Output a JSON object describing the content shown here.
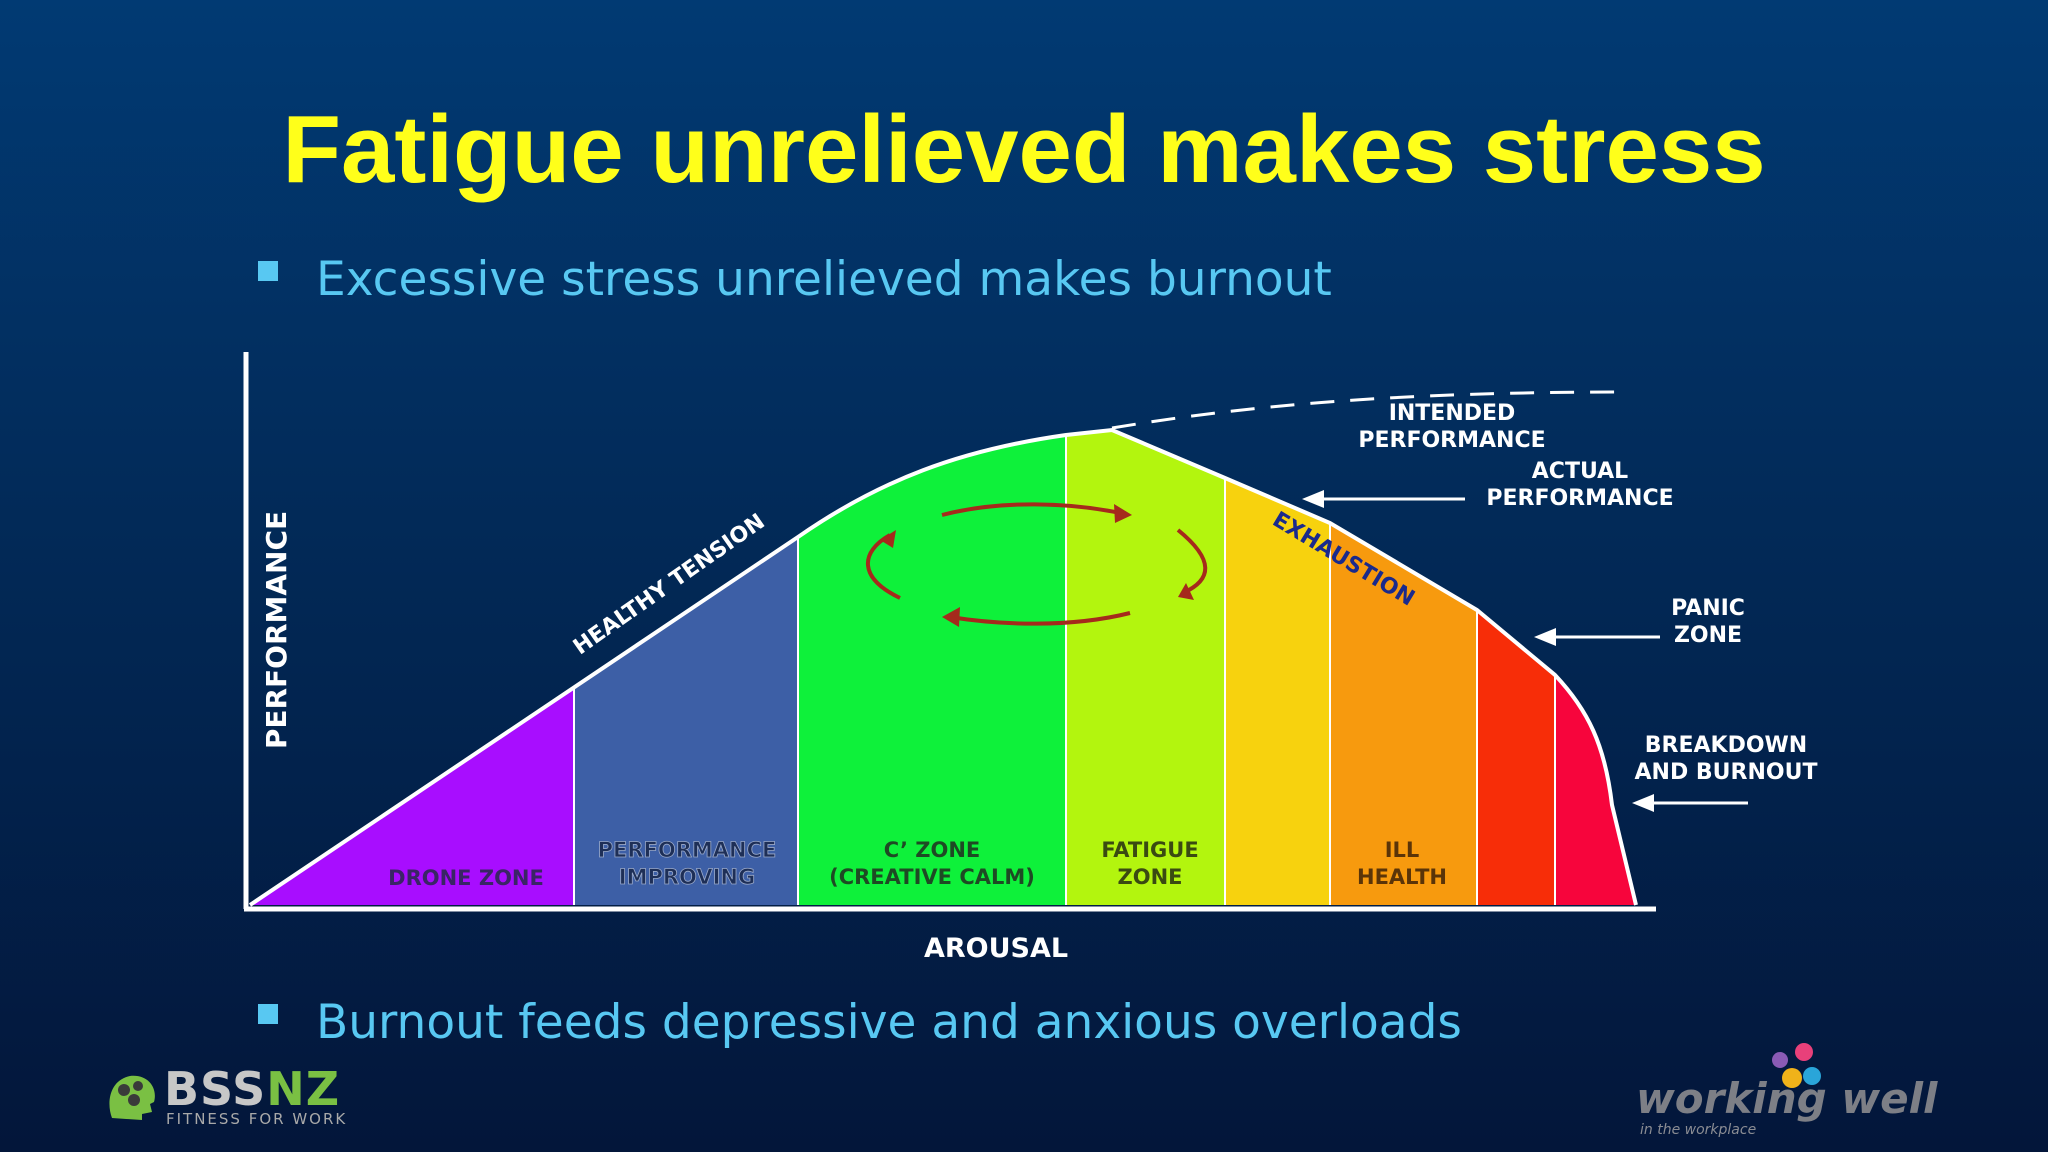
{
  "slide": {
    "title": "Fatigue unrelieved makes stress",
    "bullets": [
      "Excessive stress unrelieved makes burnout",
      "Burnout feeds depressive and anxious overloads"
    ]
  },
  "diagram": {
    "y_axis_label": "PERFORMANCE",
    "x_axis_label": "AROUSAL",
    "zones": [
      {
        "id": "drone",
        "lines": [
          "DRONE ZONE"
        ],
        "color": "#a80dff"
      },
      {
        "id": "performance-improving",
        "lines": [
          "PERFORMANCE",
          "IMPROVING"
        ],
        "color": "#3d5fa6"
      },
      {
        "id": "c-zone",
        "lines": [
          "C’ ZONE",
          "(CREATIVE CALM)"
        ],
        "color": "#0ef13a"
      },
      {
        "id": "fatigue",
        "lines": [
          "FATIGUE",
          "ZONE"
        ],
        "color": "#b3f50e"
      },
      {
        "id": "yellow",
        "lines": [],
        "color": "#f7d20e"
      },
      {
        "id": "ill-health",
        "lines": [
          "ILL",
          "HEALTH"
        ],
        "color": "#f79a0e"
      },
      {
        "id": "red",
        "lines": [],
        "color": "#f72d08"
      },
      {
        "id": "crimson",
        "lines": [],
        "color": "#f7053c"
      }
    ],
    "curve_labels": {
      "healthy_tension": "HEALTHY TENSION",
      "exhaustion": "EXHAUSTION"
    },
    "annotations": {
      "intended": [
        "INTENDED",
        "PERFORMANCE"
      ],
      "actual": [
        "ACTUAL",
        "PERFORMANCE"
      ],
      "panic": [
        "PANIC",
        "ZONE"
      ],
      "breakdown": [
        "BREAKDOWN",
        "AND BURNOUT"
      ]
    }
  },
  "logos": {
    "left": {
      "brand_a": "BSS",
      "brand_b": "NZ",
      "tagline": "FITNESS FOR WORK"
    },
    "right": {
      "brand": "working well",
      "tagline": "in the workplace"
    }
  }
}
